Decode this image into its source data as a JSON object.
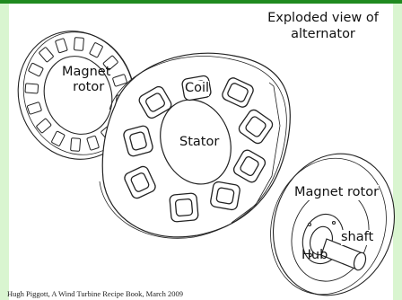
{
  "diagram": {
    "title_line1": "Exploded view of",
    "title_line2": "alternator",
    "labels": {
      "magnet_rotor_left_line1": "Magnet",
      "magnet_rotor_left_line2": "rotor",
      "coil": "Coil",
      "stator": "Stator",
      "magnet_rotor_right": "Magnet rotor",
      "shaft": "shaft",
      "hub": "Hub"
    },
    "credit": "Hugh Piggott, A Wind Turbine Recipe Book, March 2009"
  }
}
